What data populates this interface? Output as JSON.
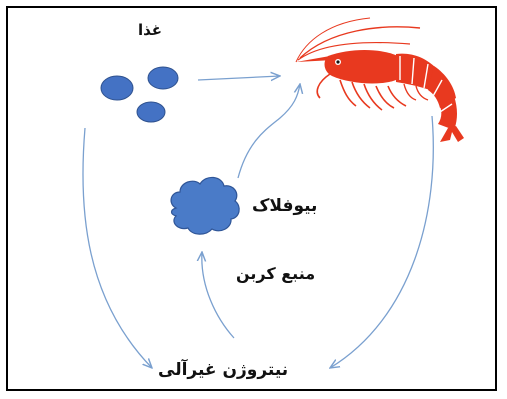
{
  "labels": {
    "food": "غذا",
    "biofloc": "بیوفلاک",
    "carbon_source": "منبع کربن",
    "inorganic_nitrogen": "نیتروژن غیرآلی"
  },
  "colors": {
    "pellet_fill": "#4472c4",
    "pellet_stroke": "#2f528f",
    "floc_fill": "#4a7bc8",
    "shrimp_red": "#e8391f",
    "arrow": "#7aa0cf",
    "frame": "#000000"
  },
  "icons": {
    "food": "food-pellets-icon",
    "biofloc": "biofloc-cloud-icon",
    "shrimp": "shrimp-icon"
  }
}
